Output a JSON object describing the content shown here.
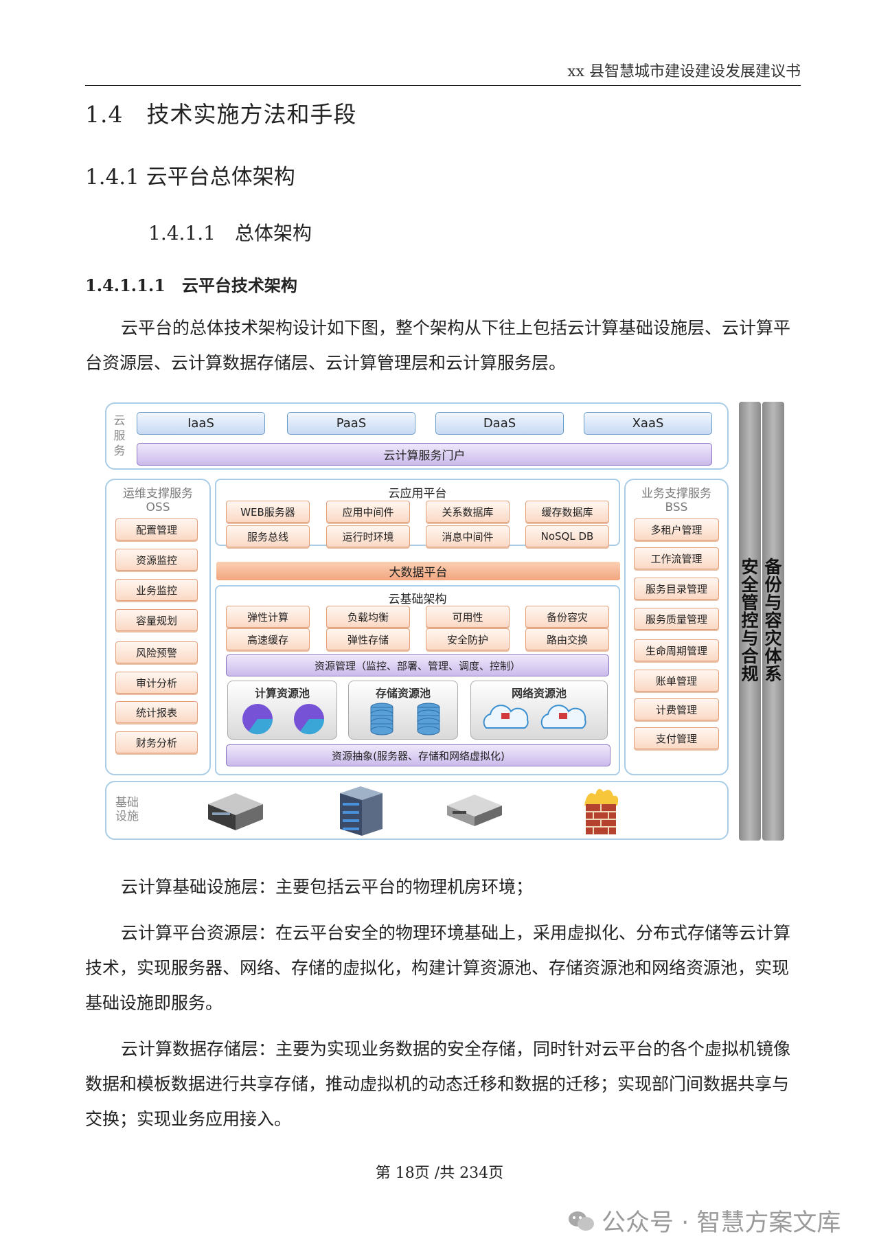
{
  "header": {
    "title": "xx 县智慧城市建设建设发展建议书"
  },
  "headings": {
    "h1": "1.4　技术实施方法和手段",
    "h2": "1.4.1 云平台总体架构",
    "h3": "1.4.1.1　总体架构",
    "h4": "1.4.1.1.1　云平台技术架构"
  },
  "intro": "云平台的总体技术架构设计如下图，整个架构从下往上包括云计算基础设施层、云计算平台资源层、云计算数据存储层、云计算管理层和云计算服务层。",
  "diagram": {
    "cloud_service_label": "云服务",
    "services": [
      "IaaS",
      "PaaS",
      "DaaS",
      "XaaS"
    ],
    "portal": "云计算服务门户",
    "oss": {
      "title_line1": "运维支撑服务",
      "title_line2": "OSS",
      "items": [
        "配置管理",
        "资源监控",
        "业务监控",
        "容量规划",
        "风险预警",
        "审计分析",
        "统计报表",
        "财务分析"
      ]
    },
    "bss": {
      "title_line1": "业务支撑服务",
      "title_line2": "BSS",
      "items": [
        "多租户管理",
        "工作流管理",
        "服务目录管理",
        "服务质量管理",
        "生命周期管理",
        "账单管理",
        "计费管理",
        "支付管理"
      ]
    },
    "app_platform": {
      "title": "云应用平台",
      "items": [
        "WEB服务器",
        "应用中间件",
        "关系数据库",
        "缓存数据库",
        "服务总线",
        "运行时环境",
        "消息中间件",
        "NoSQL DB"
      ]
    },
    "bigdata": "大数据平台",
    "infra": {
      "title": "云基础架构",
      "items": [
        "弹性计算",
        "负载均衡",
        "可用性",
        "备份容灾",
        "高速缓存",
        "弹性存储",
        "安全防护",
        "路由交换"
      ],
      "resource_mgmt": "资源管理（监控、部署、管理、调度、控制）",
      "pools": [
        "计算资源池",
        "存储资源池",
        "网络资源池"
      ],
      "abstraction": "资源抽象(服务器、存储和网络虚拟化)"
    },
    "base_label": "基础设施",
    "side_bars": [
      "安全管控与合规",
      "备份与容灾体系"
    ]
  },
  "paragraphs": [
    "云计算基础设施层：主要包括云平台的物理机房环境；",
    "云计算平台资源层：在云平台安全的物理环境基础上，采用虚拟化、分布式存储等云计算技术，实现服务器、网络、存储的虚拟化，构建计算资源池、存储资源池和网络资源池，实现基础设施即服务。",
    "云计算数据存储层：主要为实现业务数据的安全存储，同时针对云平台的各个虚拟机镜像数据和模板数据进行共享存储，推动虚拟机的动态迁移和数据的迁移；实现部门间数据共享与交换；实现业务应用接入。"
  ],
  "footer": "第 18页 /共 234页",
  "watermark": "公众号 · 智慧方案文库",
  "colors": {
    "frame": "#a9cde6",
    "service": "#c7daf3",
    "portal": "#cbbbec",
    "pill": "#fbd9c5",
    "bigdata": "#f2a57e",
    "sidebar": "#9a9a9a"
  }
}
